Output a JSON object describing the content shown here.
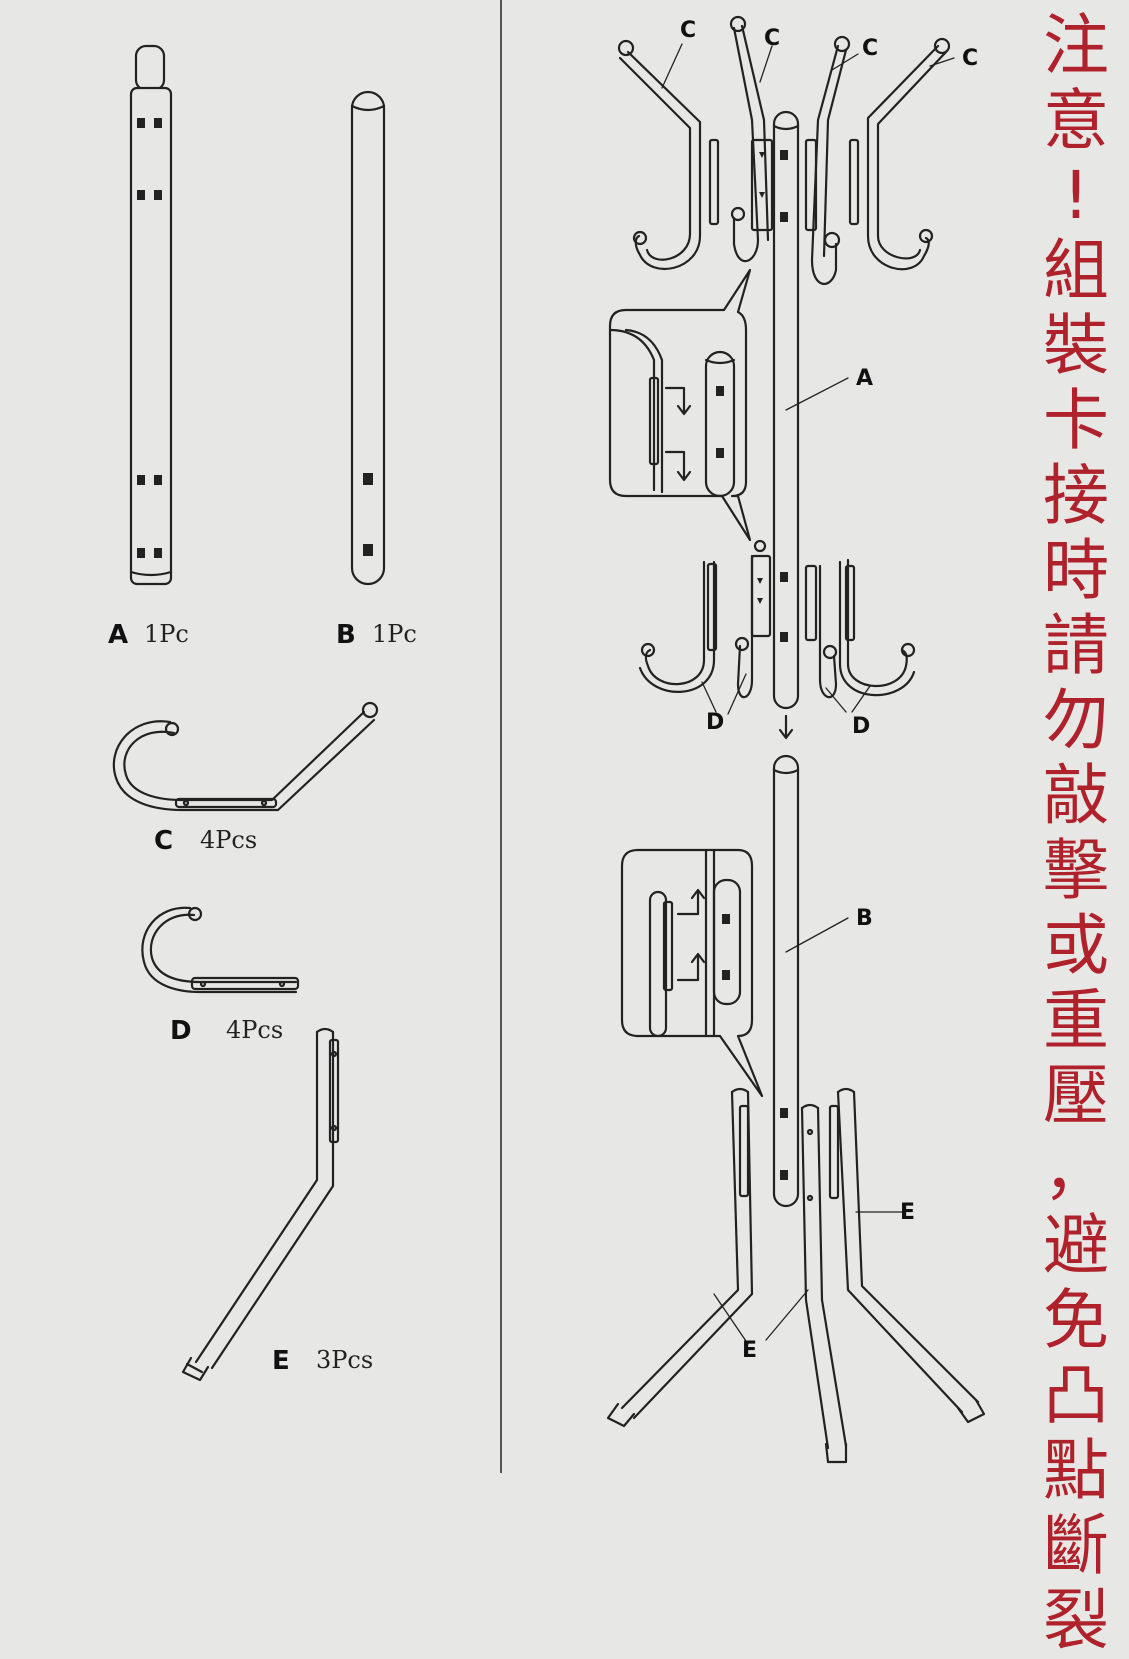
{
  "parts": [
    {
      "letter": "A",
      "qty": "1Pc"
    },
    {
      "letter": "B",
      "qty": "1Pc"
    },
    {
      "letter": "C",
      "qty": "4Pcs"
    },
    {
      "letter": "D",
      "qty": "4Pcs"
    },
    {
      "letter": "E",
      "qty": "3Pcs"
    }
  ],
  "callouts": {
    "c1": "C",
    "c2": "C",
    "c3": "C",
    "c4": "C",
    "a": "A",
    "b": "B",
    "d1": "D",
    "d2": "D",
    "e1": "E",
    "e2": "E"
  },
  "warning": {
    "chars": [
      "注",
      "意",
      "!",
      "組",
      "裝",
      "卡",
      "接",
      "時",
      "請",
      "勿",
      "敲",
      "擊",
      "或",
      "重",
      "壓",
      "，",
      "避",
      "免",
      "凸",
      "點",
      "斷",
      "裂"
    ]
  },
  "colors": {
    "warning": "#b0222b",
    "line": "#222222",
    "background": "#e7e8e6"
  }
}
